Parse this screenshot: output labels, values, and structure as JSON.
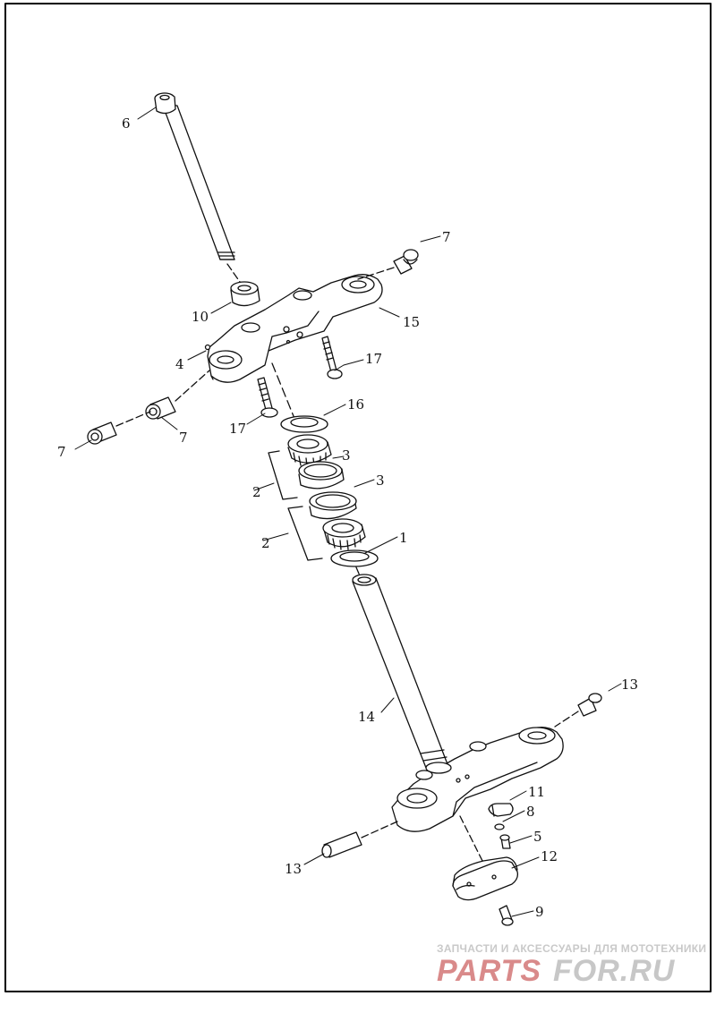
{
  "callouts": {
    "c1": "1",
    "c2a": "2",
    "c2b": "2",
    "c3a": "3",
    "c3b": "3",
    "c4": "4",
    "c5": "5",
    "c6": "6",
    "c7a": "7",
    "c7b": "7",
    "c7c": "7",
    "c8": "8",
    "c9": "9",
    "c10": "10",
    "c11": "11",
    "c12": "12",
    "c13a": "13",
    "c13b": "13",
    "c14": "14",
    "c15": "15",
    "c16": "16",
    "c17a": "17",
    "c17b": "17"
  },
  "watermark": {
    "tagline": "ЗАПЧАСТИ И АКСЕССУАРЫ ДЛЯ МОТОТЕХНИКИ",
    "logo_left": "PARTS",
    "logo_right": "FOR.RU"
  },
  "colors": {
    "line": "#111111",
    "frame": "#000000",
    "watermark_red": "#d98a8a",
    "watermark_grey": "#c7c7c7"
  }
}
